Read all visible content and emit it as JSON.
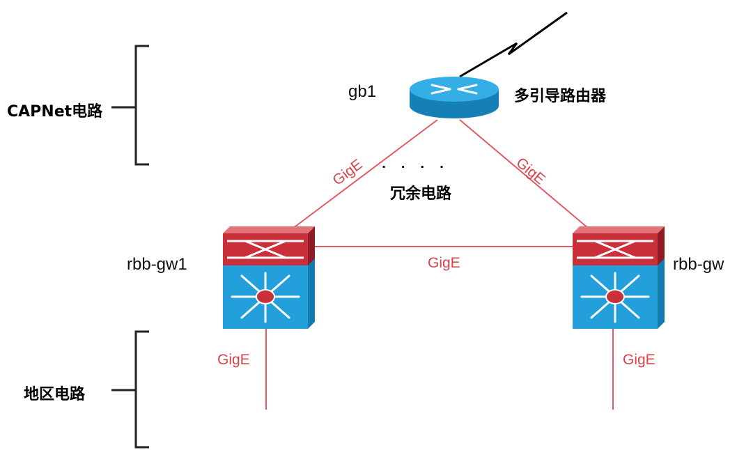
{
  "colors": {
    "link": "#e05a61",
    "router_blue": "#1b9ad6",
    "switch_red": "#c9303a",
    "switch_blue": "#23a0dc",
    "bracket": "#222222"
  },
  "labels": {
    "capnet": "CAPNet电路",
    "regional": "地区电路",
    "router_desc": "多引导路由器",
    "redundant": "冗余电路",
    "dots": "· · · ·"
  },
  "nodes": {
    "router": {
      "name": "gb1",
      "icon": "router-icon"
    },
    "switch1": {
      "name": "rbb-gw1",
      "icon": "layer3-switch-icon"
    },
    "switch2": {
      "name": "rbb-gw",
      "icon": "layer3-switch-icon"
    }
  },
  "links": {
    "left": "GigE",
    "right": "GigE",
    "middle": "GigE",
    "down_left": "GigE",
    "down_right": "GigE"
  },
  "wan_icon": "lightning-icon"
}
